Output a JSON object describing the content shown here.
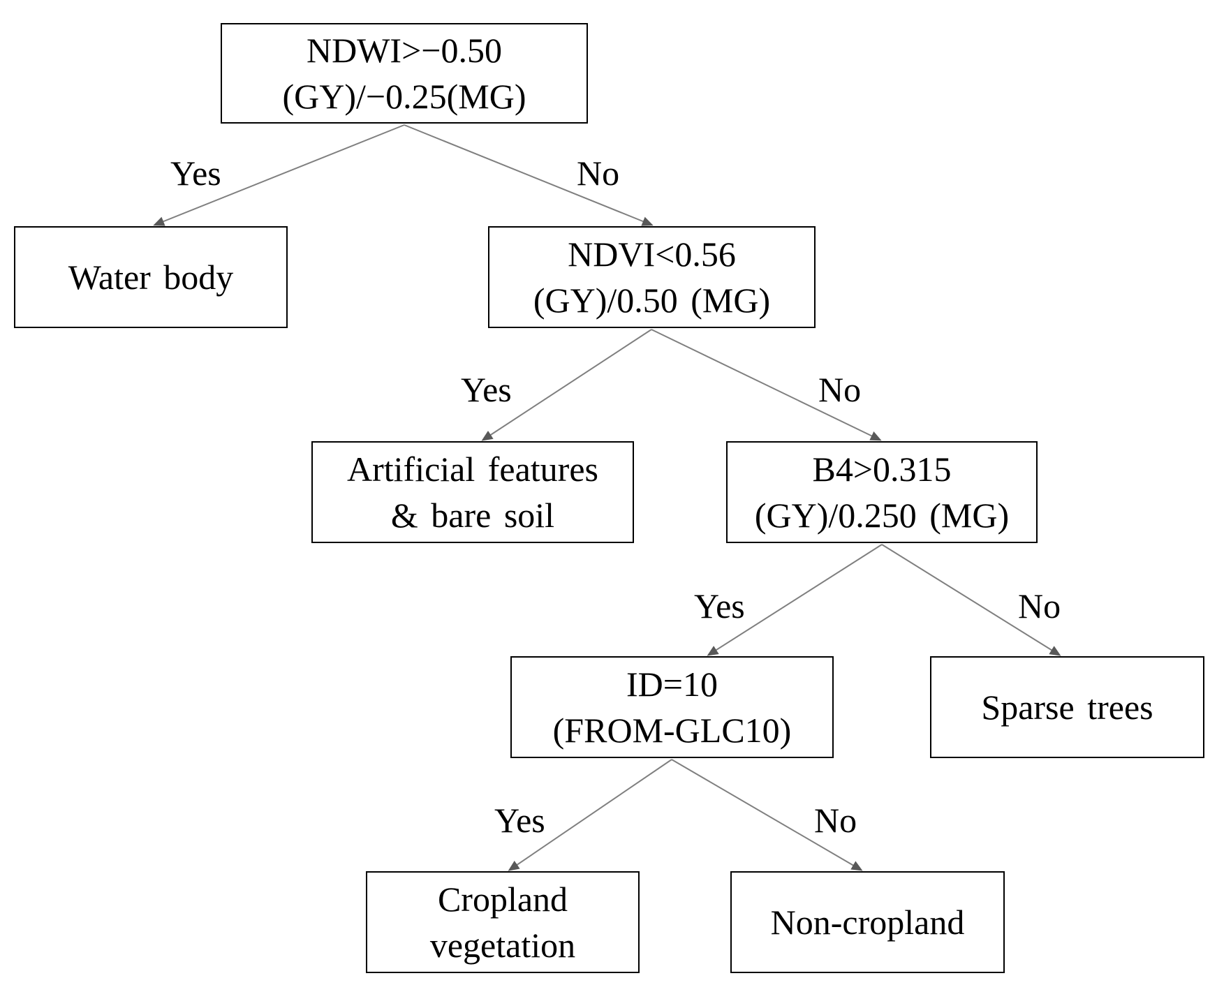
{
  "nodes": {
    "root": {
      "line1": "NDWI>−0.50",
      "line2": "(GY)/−0.25(MG)"
    },
    "water": {
      "line1": "Water body"
    },
    "ndvi": {
      "line1": "NDVI<0.56",
      "line2": "(GY)/0.50 (MG)"
    },
    "artificial": {
      "line1": "Artificial features",
      "line2": "& bare soil"
    },
    "b4": {
      "line1": "B4>0.315",
      "line2": "(GY)/0.250 (MG)"
    },
    "id": {
      "line1": "ID=10",
      "line2": "(FROM-GLC10)"
    },
    "sparse": {
      "line1": "Sparse trees"
    },
    "crop": {
      "line1": "Cropland",
      "line2": "vegetation"
    },
    "noncrop": {
      "line1": "Non-cropland"
    }
  },
  "edges": {
    "root_yes": "Yes",
    "root_no": "No",
    "ndvi_yes": "Yes",
    "ndvi_no": "No",
    "b4_yes": "Yes",
    "b4_no": "No",
    "id_yes": "Yes",
    "id_no": "No"
  },
  "colors": {
    "box_border": "#000000",
    "connector": "#7f7f7f",
    "arrowhead": "#595959"
  }
}
